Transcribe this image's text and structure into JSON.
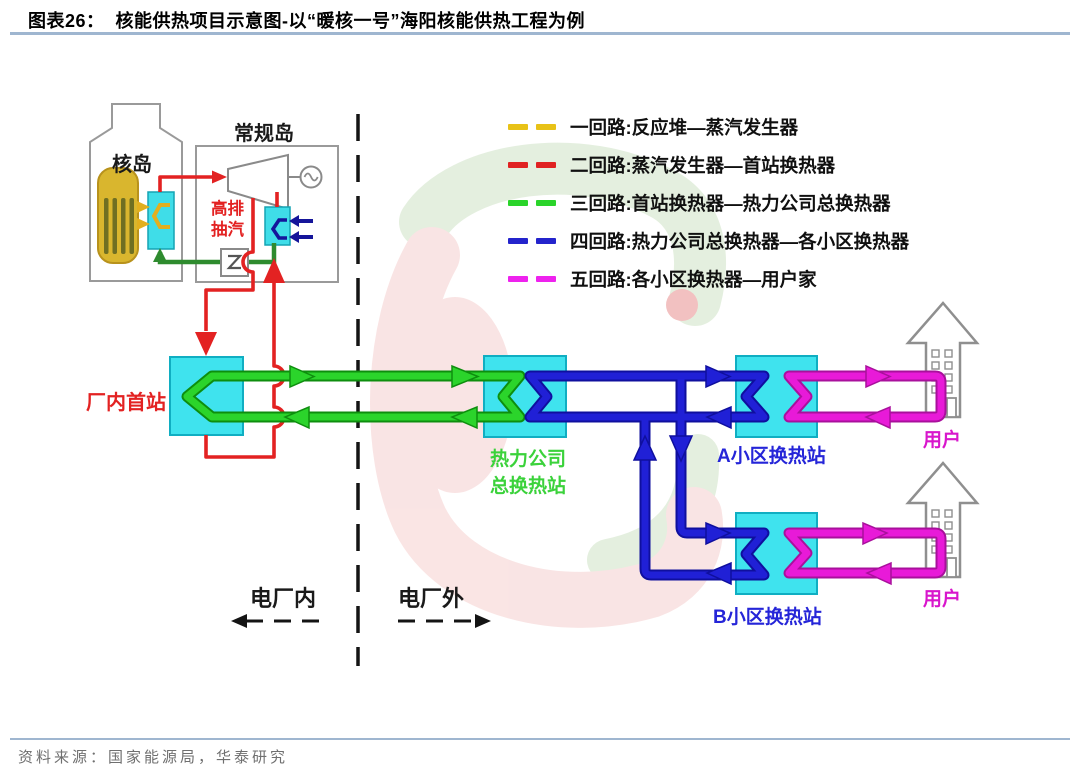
{
  "title": "图表26：  核能供热项目示意图-以“暖核一号”海阳核能供热工程为例",
  "source": "资料来源：国家能源局，华泰研究",
  "legend": {
    "items": [
      {
        "label": "一回路:反应堆—蒸汽发生器",
        "color": "#E8C217"
      },
      {
        "label": "二回路:蒸汽发生器—首站换热器",
        "color": "#E02222"
      },
      {
        "label": "三回路:首站换热器—热力公司总换热器",
        "color": "#2AD42A"
      },
      {
        "label": "四回路:热力公司总换热器—各小区换热器",
        "color": "#2424CC"
      },
      {
        "label": "五回路:各小区换热器—用户家",
        "color": "#EE22EE"
      }
    ]
  },
  "labels": {
    "nuclear_island": "核岛",
    "conventional_island": "常规岛",
    "hp_extraction": "高排抽汽",
    "first_station": "厂内首站",
    "central_station": "热力公司总换热站",
    "station_a": "A小区换热站",
    "station_b": "B小区换热站",
    "user_a": "用户",
    "user_b": "用户",
    "inside_plant": "电厂内",
    "outside_plant": "电厂外"
  },
  "colors": {
    "loop1_yellow": "#E2AF1E",
    "loop2_red": "#E32222",
    "loop3_green": "#2BD42B",
    "loop4_blue": "#2020D6",
    "loop5_magenta": "#E81AD8",
    "exchanger_cyan": "#3FE3EE",
    "title_rule": "#9FB6D0"
  }
}
